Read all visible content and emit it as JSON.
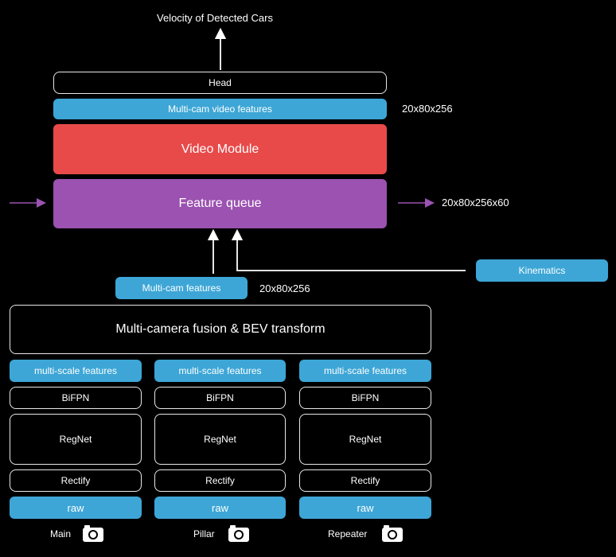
{
  "output_label": "Velocity of Detected Cars",
  "head": "Head",
  "multicam_video_features": "Multi-cam video features",
  "dim_video_features": "20x80x256",
  "video_module": "Video Module",
  "feature_queue": "Feature queue",
  "dim_queue": "20x80x256x60",
  "kinematics": "Kinematics",
  "multicam_features": "Multi-cam features",
  "dim_multicam": "20x80x256",
  "fusion": "Multi-camera fusion & BEV transform",
  "columns": [
    {
      "features": "multi-scale features",
      "bifpn": "BiFPN",
      "regnet": "RegNet",
      "rectify": "Rectify",
      "raw": "raw",
      "camera": "Main"
    },
    {
      "features": "multi-scale features",
      "bifpn": "BiFPN",
      "regnet": "RegNet",
      "rectify": "Rectify",
      "raw": "raw",
      "camera": "Pillar"
    },
    {
      "features": "multi-scale features",
      "bifpn": "BiFPN",
      "regnet": "RegNet",
      "rectify": "Rectify",
      "raw": "raw",
      "camera": "Repeater"
    }
  ],
  "colors": {
    "blue": "#3da6d6",
    "red": "#e84a4a",
    "purple": "#9b52b0",
    "arrow_purple": "#9b52b0"
  },
  "icons": [
    "camera-icon"
  ]
}
